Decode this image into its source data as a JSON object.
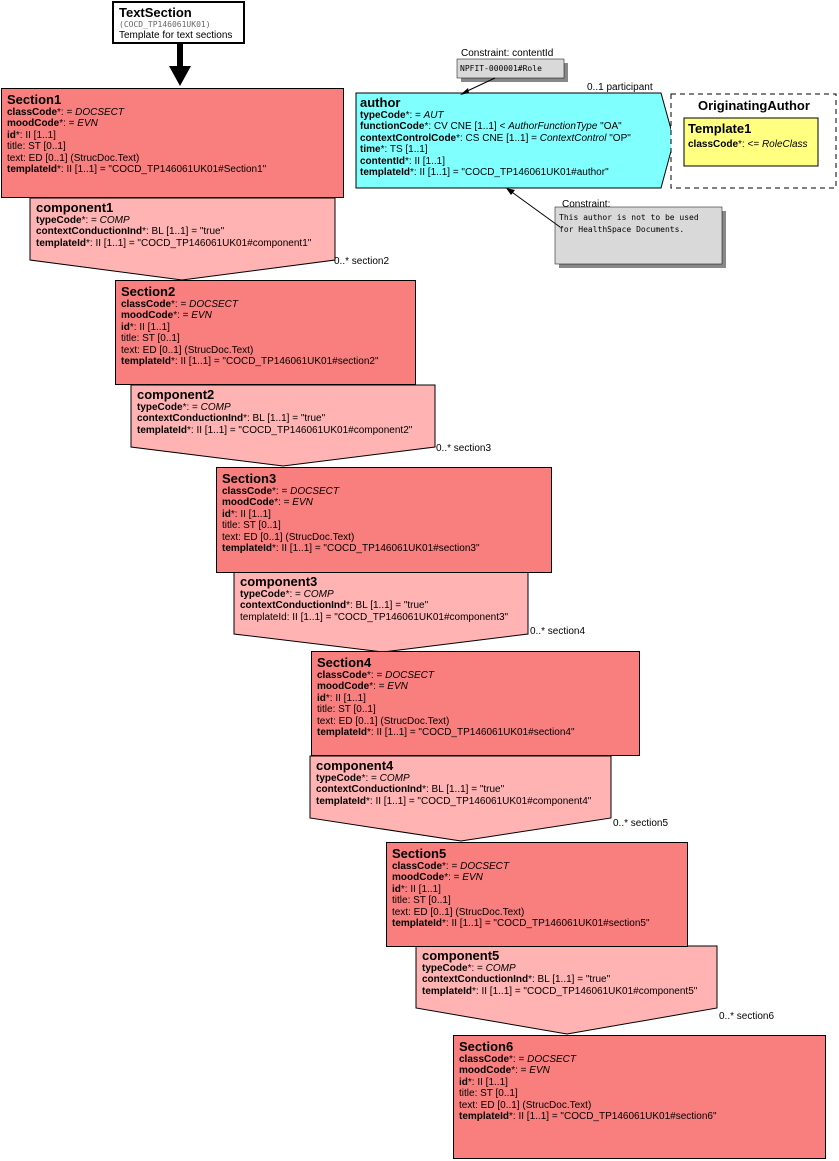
{
  "textSection": {
    "title": "TextSection",
    "id": "(COCD_TP146061UK01)",
    "desc": "Template for text sections"
  },
  "sections": [
    {
      "title": "Section1",
      "rows": [
        {
          "name": "classCode",
          "suffix": "*: = ",
          "value": "DOCSECT",
          "bold": true,
          "italic": true
        },
        {
          "name": "moodCode",
          "suffix": "*: = ",
          "value": "EVN",
          "bold": true,
          "italic": true
        },
        {
          "name": "id",
          "suffix": "*: II [1..1]",
          "value": "",
          "bold": true,
          "italic": false
        },
        {
          "name": "title",
          "suffix": ": ST [0..1]",
          "value": "",
          "bold": false,
          "italic": false
        },
        {
          "name": "text",
          "suffix": ": ED [0..1] (StrucDoc.Text)",
          "value": "",
          "bold": false,
          "italic": false
        },
        {
          "name": "templateId",
          "suffix": "*: II [1..1] = \"COCD_TP146061UK01#Section1\"",
          "value": "",
          "bold": true,
          "italic": false
        }
      ]
    },
    {
      "title": "Section2",
      "rows": [
        {
          "name": "classCode",
          "suffix": "*: = ",
          "value": "DOCSECT",
          "bold": true,
          "italic": true
        },
        {
          "name": "moodCode",
          "suffix": "*: = ",
          "value": "EVN",
          "bold": true,
          "italic": true
        },
        {
          "name": "id",
          "suffix": "*: II [1..1]",
          "value": "",
          "bold": true,
          "italic": false
        },
        {
          "name": "title",
          "suffix": ": ST [0..1]",
          "value": "",
          "bold": false,
          "italic": false
        },
        {
          "name": "text",
          "suffix": ": ED [0..1] (StrucDoc.Text)",
          "value": "",
          "bold": false,
          "italic": false
        },
        {
          "name": "templateId",
          "suffix": "*: II [1..1] = \"COCD_TP146061UK01#section2\"",
          "value": "",
          "bold": true,
          "italic": false
        }
      ]
    },
    {
      "title": "Section3",
      "rows": [
        {
          "name": "classCode",
          "suffix": "*: = ",
          "value": "DOCSECT",
          "bold": true,
          "italic": true
        },
        {
          "name": "moodCode",
          "suffix": "*: = ",
          "value": "EVN",
          "bold": true,
          "italic": true
        },
        {
          "name": "id",
          "suffix": "*: II [1..1]",
          "value": "",
          "bold": true,
          "italic": false
        },
        {
          "name": "title",
          "suffix": ": ST [0..1]",
          "value": "",
          "bold": false,
          "italic": false
        },
        {
          "name": "text",
          "suffix": ": ED [0..1] (StrucDoc.Text)",
          "value": "",
          "bold": false,
          "italic": false
        },
        {
          "name": "templateId",
          "suffix": "*: II [1..1] = \"COCD_TP146061UK01#section3\"",
          "value": "",
          "bold": true,
          "italic": false
        }
      ]
    },
    {
      "title": "Section4",
      "rows": [
        {
          "name": "classCode",
          "suffix": "*: = ",
          "value": "DOCSECT",
          "bold": true,
          "italic": true
        },
        {
          "name": "moodCode",
          "suffix": "*: = ",
          "value": "EVN",
          "bold": true,
          "italic": true
        },
        {
          "name": "id",
          "suffix": "*: II [1..1]",
          "value": "",
          "bold": true,
          "italic": false
        },
        {
          "name": "title",
          "suffix": ": ST [0..1]",
          "value": "",
          "bold": false,
          "italic": false
        },
        {
          "name": "text",
          "suffix": ": ED [0..1] (StrucDoc.Text)",
          "value": "",
          "bold": false,
          "italic": false
        },
        {
          "name": "templateId",
          "suffix": "*: II [1..1] = \"COCD_TP146061UK01#section4\"",
          "value": "",
          "bold": true,
          "italic": false
        }
      ]
    },
    {
      "title": "Section5",
      "rows": [
        {
          "name": "classCode",
          "suffix": "*: = ",
          "value": "DOCSECT",
          "bold": true,
          "italic": true
        },
        {
          "name": "moodCode",
          "suffix": "*: = ",
          "value": "EVN",
          "bold": true,
          "italic": true
        },
        {
          "name": "id",
          "suffix": "*: II [1..1]",
          "value": "",
          "bold": true,
          "italic": false
        },
        {
          "name": "title",
          "suffix": ": ST [0..1]",
          "value": "",
          "bold": false,
          "italic": false
        },
        {
          "name": "text",
          "suffix": ": ED [0..1] (StrucDoc.Text)",
          "value": "",
          "bold": false,
          "italic": false
        },
        {
          "name": "templateId",
          "suffix": "*: II [1..1] = \"COCD_TP146061UK01#section5\"",
          "value": "",
          "bold": true,
          "italic": false
        }
      ]
    },
    {
      "title": "Section6",
      "rows": [
        {
          "name": "classCode",
          "suffix": "*: = ",
          "value": "DOCSECT",
          "bold": true,
          "italic": true
        },
        {
          "name": "moodCode",
          "suffix": "*: = ",
          "value": "EVN",
          "bold": true,
          "italic": true
        },
        {
          "name": "id",
          "suffix": "*: II [1..1]",
          "value": "",
          "bold": true,
          "italic": false
        },
        {
          "name": "title",
          "suffix": ": ST [0..1]",
          "value": "",
          "bold": false,
          "italic": false
        },
        {
          "name": "text",
          "suffix": ": ED [0..1] (StrucDoc.Text)",
          "value": "",
          "bold": false,
          "italic": false
        },
        {
          "name": "templateId",
          "suffix": "*: II [1..1] = \"COCD_TP146061UK01#section6\"",
          "value": "",
          "bold": true,
          "italic": false
        }
      ]
    }
  ],
  "components": [
    {
      "title": "component1",
      "cardinality": "0..* section2",
      "rows": [
        {
          "name": "typeCode",
          "suffix": "*: = ",
          "value": "COMP",
          "bold": true,
          "italic": true
        },
        {
          "name": "contextConductionInd",
          "suffix": "*: BL [1..1] = \"true\"",
          "value": "",
          "bold": true,
          "italic": false
        },
        {
          "name": "templateId",
          "suffix": "*: II [1..1] = \"COCD_TP146061UK01#component1\"",
          "value": "",
          "bold": true,
          "italic": false
        }
      ]
    },
    {
      "title": "component2",
      "cardinality": "0..* section3",
      "rows": [
        {
          "name": "typeCode",
          "suffix": "*: = ",
          "value": "COMP",
          "bold": true,
          "italic": true
        },
        {
          "name": "contextConductionInd",
          "suffix": "*: BL [1..1] = \"true\"",
          "value": "",
          "bold": true,
          "italic": false
        },
        {
          "name": "templateId",
          "suffix": "*: II [1..1] = \"COCD_TP146061UK01#component2\"",
          "value": "",
          "bold": true,
          "italic": false
        }
      ]
    },
    {
      "title": "component3",
      "cardinality": "0..* section4",
      "rows": [
        {
          "name": "typeCode",
          "suffix": "*: = ",
          "value": "COMP",
          "bold": true,
          "italic": true
        },
        {
          "name": "contextConductionInd",
          "suffix": "*: BL [1..1] = \"true\"",
          "value": "",
          "bold": true,
          "italic": false
        },
        {
          "name": "templateId",
          "suffix": ": II [1..1] = \"COCD_TP146061UK01#component3\"",
          "value": "",
          "bold": false,
          "italic": false
        }
      ]
    },
    {
      "title": "component4",
      "cardinality": "0..* section5",
      "rows": [
        {
          "name": "typeCode",
          "suffix": "*: = ",
          "value": "COMP",
          "bold": true,
          "italic": true
        },
        {
          "name": "contextConductionInd",
          "suffix": "*: BL [1..1] = \"true\"",
          "value": "",
          "bold": true,
          "italic": false
        },
        {
          "name": "templateId",
          "suffix": "*: II [1..1] = \"COCD_TP146061UK01#component4\"",
          "value": "",
          "bold": true,
          "italic": false
        }
      ]
    },
    {
      "title": "component5",
      "cardinality": "0..* section6",
      "rows": [
        {
          "name": "typeCode",
          "suffix": "*: = ",
          "value": "COMP",
          "bold": true,
          "italic": true
        },
        {
          "name": "contextConductionInd",
          "suffix": "*: BL [1..1] = \"true\"",
          "value": "",
          "bold": true,
          "italic": false
        },
        {
          "name": "templateId",
          "suffix": "*: II [1..1] = \"COCD_TP146061UK01#component5\"",
          "value": "",
          "bold": true,
          "italic": false
        }
      ]
    }
  ],
  "author": {
    "title": "author",
    "participant": "0..1 participant",
    "rows": [
      {
        "name": "typeCode",
        "suffix": "*: = ",
        "value": "AUT",
        "bold": true,
        "italic": true
      },
      {
        "name": "functionCode",
        "suffix": "*: CV CNE [1..1] < ",
        "value": "AuthorFunctionType",
        "tail": " \"OA\"",
        "bold": true,
        "italic": true
      },
      {
        "name": "contextControlCode",
        "suffix": "*: CS CNE [1..1] = ",
        "value": "ContextControl",
        "tail": " \"OP\"",
        "bold": true,
        "italic": true
      },
      {
        "name": "time",
        "suffix": "*: TS [1..1]",
        "value": "",
        "bold": true,
        "italic": false
      },
      {
        "name": "contentId",
        "suffix": "*: II [1..1]",
        "value": "",
        "bold": true,
        "italic": false
      },
      {
        "name": "templateId",
        "suffix": "*: II [1..1] = \"COCD_TP146061UK01#author\"",
        "value": "",
        "bold": true,
        "italic": false
      }
    ]
  },
  "originatingAuthor": {
    "title": "OriginatingAuthor",
    "template": "Template1",
    "row": {
      "name": "classCode",
      "suffix": "*: <= ",
      "value": "RoleClass",
      "bold": true,
      "italic": true
    }
  },
  "constraints": {
    "contentId": {
      "label": "Constraint: contentId",
      "text": "NPFIT-000001#Role"
    },
    "author": {
      "label": "Constraint:",
      "lines": [
        "This author is not to be used",
        "for HealthSpace Documents."
      ]
    }
  },
  "colors": {
    "section": "#f97f7f",
    "component": "#ffb3b3",
    "author": "#80ffff",
    "template": "#ffff80",
    "constraint": "#d9d9d9"
  }
}
